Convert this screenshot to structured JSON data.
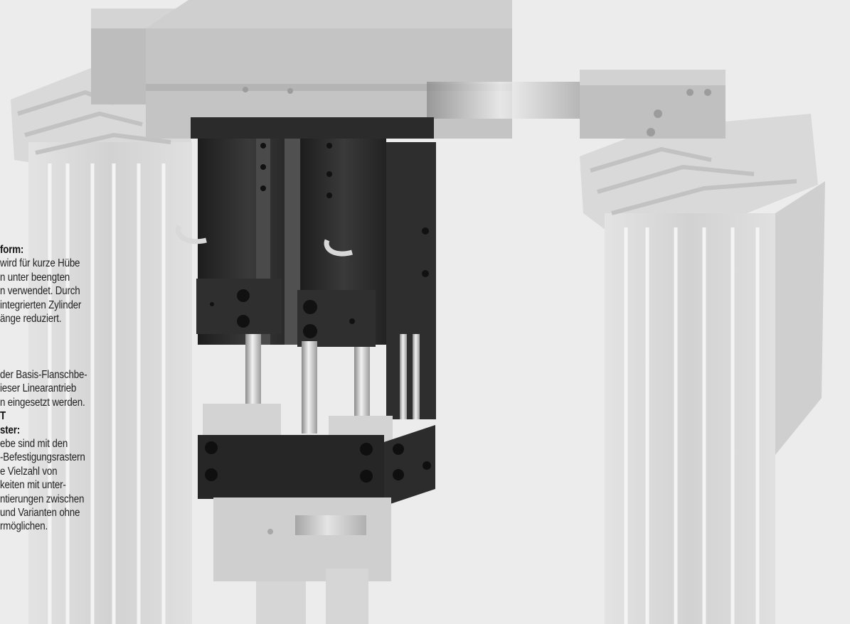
{
  "colors": {
    "background": "#ececec",
    "ghost_parts": "#c9c9c9",
    "dark_body": "#2a2a2a",
    "text": "#222222"
  },
  "icons": [
    "linear-actuator-illustration"
  ],
  "text_block_1": {
    "heading": "form:",
    "lines": [
      "wird für kurze Hübe",
      "n unter beengten",
      "n verwendet. Durch",
      "integrierten Zylinder",
      "änge reduziert."
    ]
  },
  "text_block_2": {
    "lines": [
      "der Basis-Flanschbe-",
      "ieser Linearantrieb",
      "n eingesetzt werden."
    ],
    "heading_1": "T",
    "heading_2": "ster:",
    "lines_after": [
      "ebe sind mit den",
      "-Befestigungsrastern",
      "e Vielzahl von",
      "keiten mit unter-",
      "ntierungen zwischen",
      "und Varianten ohne",
      "rmöglichen."
    ]
  }
}
